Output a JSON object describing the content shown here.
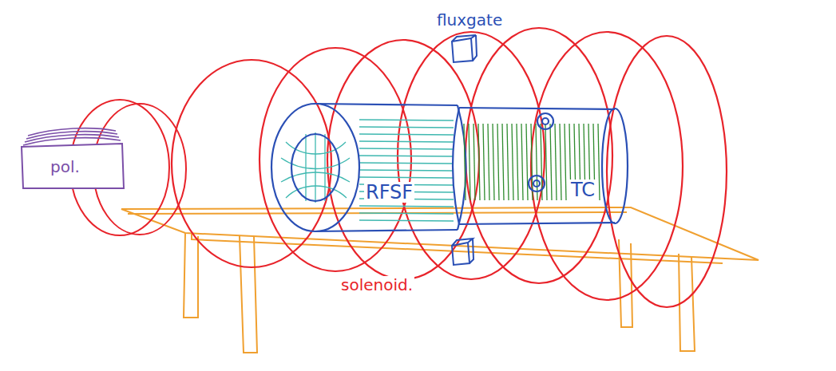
{
  "diagram": {
    "nodes": [
      {
        "text": [
          "pol."
        ]
      },
      {
        "text": [
          "RFSF"
        ]
      },
      {
        "text": [
          "TC"
        ]
      }
    ],
    "labels": [
      "fluxgate",
      "solenoid."
    ]
  }
}
